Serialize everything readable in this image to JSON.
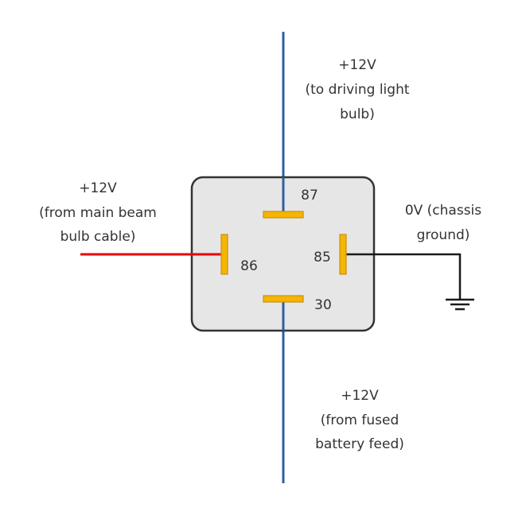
{
  "colors": {
    "blue_wire": "#2e5fa3",
    "red_wire": "#e8000b",
    "ground_wire": "#1a1a1a",
    "relay_fill": "#e6e6e6",
    "relay_border": "#333333",
    "pin_fill": "#f5b500",
    "pin_border": "#c8901a"
  },
  "pins": {
    "p87": "87",
    "p86": "86",
    "p85": "85",
    "p30": "30"
  },
  "labels": {
    "top": {
      "line1": "+12V",
      "line2": "(to driving light",
      "line3": "bulb)"
    },
    "left": {
      "line1": "+12V",
      "line2": "(from main beam",
      "line3": "bulb cable)"
    },
    "right": {
      "line1": "0V (chassis",
      "line2": "ground)"
    },
    "bottom": {
      "line1": "+12V",
      "line2": "(from fused",
      "line3": "battery feed)"
    }
  },
  "icons": {
    "ground": "ground-symbol-icon"
  }
}
